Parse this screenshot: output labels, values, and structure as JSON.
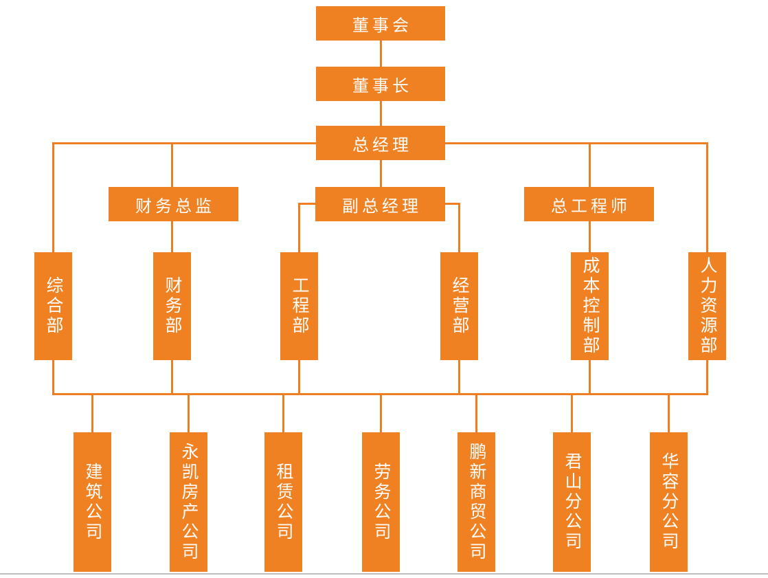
{
  "org": {
    "board": "董事会",
    "chairman": "董事长",
    "general_manager": "总经理",
    "finance_director": "财务总监",
    "deputy_general_manager": "副总经理",
    "chief_engineer": "总工程师",
    "departments": [
      "综合部",
      "财务部",
      "工程部",
      "经营部",
      "成本控制部",
      "人力资源部"
    ],
    "companies": [
      "建筑公司",
      "永凯房产公司",
      "租赁公司",
      "劳务公司",
      "鹏新商贸公司",
      "君山分公司",
      "华容分公司"
    ],
    "hierarchy": {
      "董事会": [
        "董事长"
      ],
      "董事长": [
        "总经理"
      ],
      "总经理": [
        "综合部",
        "财务总监",
        "副总经理",
        "总工程师",
        "人力资源部"
      ],
      "财务总监": [
        "财务部"
      ],
      "副总经理": [
        "工程部",
        "经营部"
      ],
      "总工程师": [
        "成本控制部"
      ],
      "departments_bus": [
        "建筑公司",
        "永凯房产公司",
        "租赁公司",
        "劳务公司",
        "鹏新商贸公司",
        "君山分公司",
        "华容分公司"
      ]
    }
  },
  "colors": {
    "box_orange": "#EF8122",
    "line_orange": "#EE7E20",
    "text_white": "#FFFFFF",
    "footer_border_grey": "#BFBFBF"
  }
}
